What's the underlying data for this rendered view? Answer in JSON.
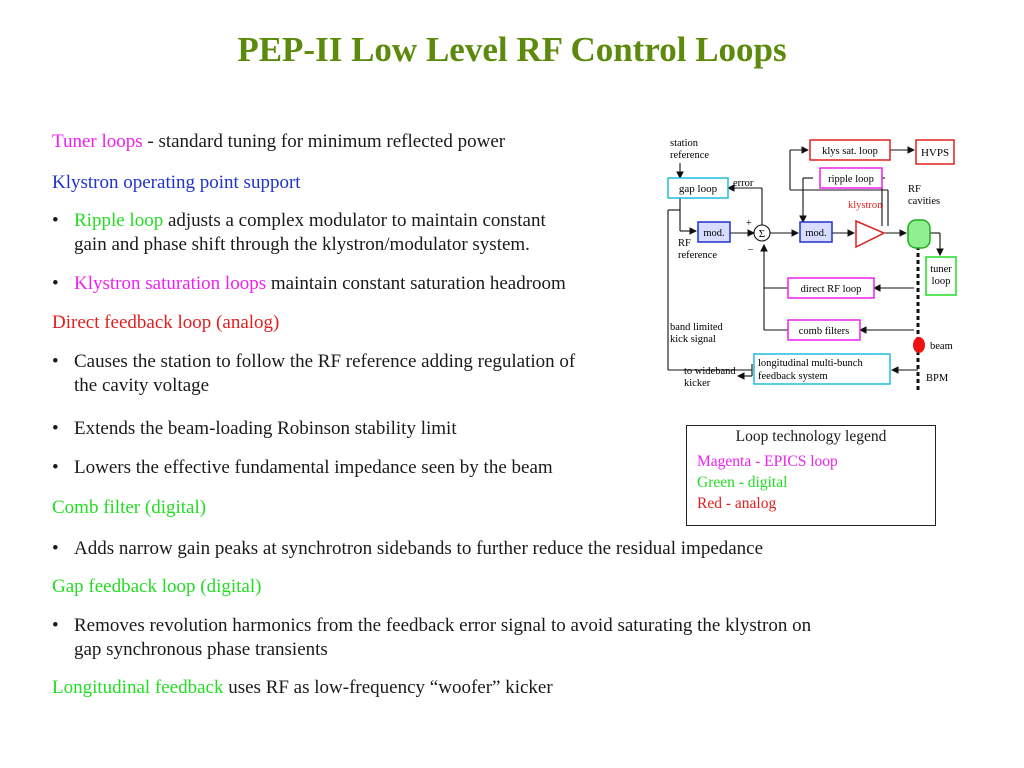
{
  "title": "PEP-II Low Level RF Control Loops",
  "lines": {
    "tuner_head": "Tuner loops",
    "tuner_rest": " - standard tuning for minimum reflected power",
    "klystron_support": "Klystron operating point support",
    "ripple_head": "Ripple loop",
    "ripple_rest_1": " adjusts a complex modulator to maintain constant",
    "ripple_rest_2": "gain and phase shift through the klystron/modulator system.",
    "sat_head": "Klystron saturation loops",
    "sat_rest": " maintain constant saturation headroom",
    "direct_head": "Direct feedback loop (analog)",
    "direct_b1_1": "Causes the station to follow the RF reference adding regulation of",
    "direct_b1_2": "the cavity voltage",
    "direct_b2": "Extends the beam-loading Robinson stability limit",
    "direct_b3": "Lowers the effective fundamental impedance seen by the beam",
    "comb_head": "Comb filter (digital)",
    "comb_b1": "Adds narrow gain peaks at synchrotron sidebands to further reduce the residual impedance",
    "gap_head": "Gap feedback loop (digital)",
    "gap_b1_1": "Removes revolution harmonics from the feedback error signal to avoid saturating the klystron on",
    "gap_b1_2": "gap synchronous phase transients",
    "long_head": "Longitudinal feedback",
    "long_rest": " uses RF as low-frequency “woofer” kicker",
    "bullet": "•"
  },
  "legend": {
    "title": "Loop technology legend",
    "magenta": "Magenta - EPICS loop",
    "green": "Green - digital",
    "red": "Red - analog"
  },
  "diagram": {
    "station_reference_1": "station",
    "station_reference_2": "reference",
    "gap_loop": "gap loop",
    "error": "error",
    "klys_sat_loop": "klys sat. loop",
    "hvps": "HVPS",
    "ripple_loop": "ripple loop",
    "rf_cavities_1": "RF",
    "rf_cavities_2": "cavities",
    "klystron": "klystron",
    "mod_left": "mod.",
    "mod_right": "mod.",
    "sum": "Σ",
    "plus": "+",
    "minus": "–",
    "rf_reference_1": "RF",
    "rf_reference_2": "reference",
    "tuner_loop_1": "tuner",
    "tuner_loop_2": "loop",
    "direct_rf_loop": "direct RF loop",
    "comb_filters": "comb filters",
    "band_limited_1": "band limited",
    "band_limited_2": "kick signal",
    "beam": "beam",
    "long_multi_1": "longitudinal multi-bunch",
    "long_multi_2": "feedback system",
    "to_wideband_1": "to wideband",
    "to_wideband_2": "kicker",
    "bpm": "BPM"
  },
  "colors": {
    "title": "#5c8a0c",
    "magenta": "#ee21ee",
    "blue": "#1f33cc",
    "red": "#e02020",
    "green": "#22dd22",
    "cyan": "#22bbdd"
  }
}
